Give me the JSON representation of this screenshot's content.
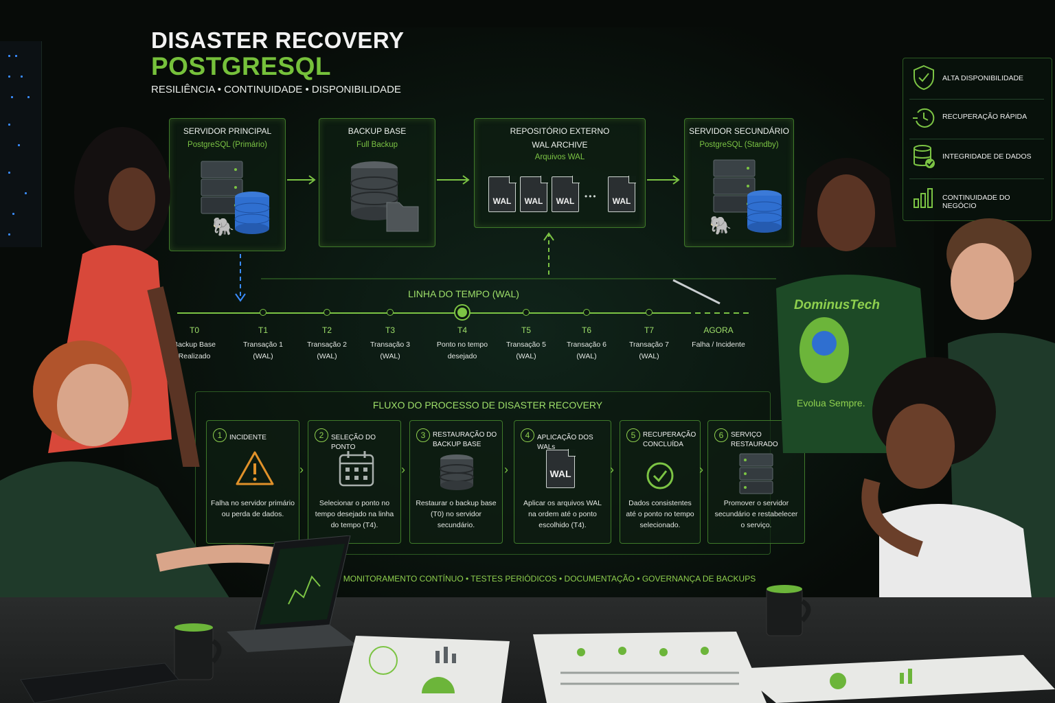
{
  "header": {
    "title_line1": "DISASTER RECOVERY",
    "title_line2": "POSTGRESQL",
    "tagline": "RESILIÊNCIA • CONTINUIDADE • DISPONIBILIDADE"
  },
  "architecture": {
    "primary": {
      "title": "SERVIDOR PRINCIPAL",
      "subtitle": "PostgreSQL (Primário)"
    },
    "backup": {
      "title": "BACKUP BASE",
      "subtitle": "Full Backup"
    },
    "repo": {
      "title": "REPOSITÓRIO EXTERNO",
      "title2": "WAL ARCHIVE",
      "subtitle": "Arquivos WAL",
      "wal_label": "WAL",
      "ellipsis": "•••"
    },
    "secondary": {
      "title": "SERVIDOR SECUNDÁRIO",
      "subtitle": "PostgreSQL (Standby)"
    }
  },
  "timeline": {
    "title": "LINHA DO TEMPO (WAL)",
    "points": [
      {
        "label": "T0",
        "desc1": "Backup Base",
        "desc2": "Realizado"
      },
      {
        "label": "T1",
        "desc1": "Transação 1",
        "desc2": "(WAL)"
      },
      {
        "label": "T2",
        "desc1": "Transação 2",
        "desc2": "(WAL)"
      },
      {
        "label": "T3",
        "desc1": "Transação 3",
        "desc2": "(WAL)"
      },
      {
        "label": "T4",
        "desc1": "Ponto no tempo",
        "desc2": "desejado"
      },
      {
        "label": "T5",
        "desc1": "Transação 5",
        "desc2": "(WAL)"
      },
      {
        "label": "T6",
        "desc1": "Transação 6",
        "desc2": "(WAL)"
      },
      {
        "label": "T7",
        "desc1": "Transação 7",
        "desc2": "(WAL)"
      },
      {
        "label": "AGORA",
        "desc1": "Falha / Incidente",
        "desc2": ""
      }
    ]
  },
  "process": {
    "title": "FLUXO DO PROCESSO DE DISASTER RECOVERY",
    "steps": [
      {
        "num": "1",
        "title": "INCIDENTE",
        "desc": "Falha no servidor primário ou perda de dados."
      },
      {
        "num": "2",
        "title": "SELEÇÃO DO PONTO",
        "desc": "Selecionar o ponto no tempo desejado na linha do tempo (T4)."
      },
      {
        "num": "3",
        "title": "RESTAURAÇÃO DO BACKUP BASE",
        "desc": "Restaurar o backup base (T0) no servidor secundário."
      },
      {
        "num": "4",
        "title": "APLICAÇÃO DOS WALs",
        "desc": "Aplicar os arquivos WAL na ordem até o ponto escolhido (T4).",
        "icon_label": "WAL"
      },
      {
        "num": "5",
        "title": "RECUPERAÇÃO CONCLUÍDA",
        "desc": "Dados consistentes até o ponto no tempo selecionado."
      },
      {
        "num": "6",
        "title": "SERVIÇO RESTAURADO",
        "desc": "Promover o servidor secundário e restabelecer o serviço."
      }
    ],
    "footer": "MONITORAMENTO CONTÍNUO • TESTES PERIÓDICOS • DOCUMENTAÇÃO • GOVERNANÇA DE BACKUPS"
  },
  "features": [
    {
      "label": "ALTA DISPONIBILIDADE",
      "icon": "shield-check-icon"
    },
    {
      "label": "RECUPERAÇÃO RÁPIDA",
      "icon": "clock-refresh-icon"
    },
    {
      "label": "INTEGRIDADE DE DADOS",
      "icon": "database-check-icon"
    },
    {
      "label": "CONTINUIDADE DO NEGÓCIO",
      "icon": "bar-chart-icon"
    }
  ],
  "shirt": {
    "brand": "DominusTech",
    "slogan": "Evolua Sempre."
  },
  "colors": {
    "accent": "#76c13b",
    "border": "#3f7a2a",
    "background": "#070b08",
    "db_blue": "#2f6fd0"
  }
}
